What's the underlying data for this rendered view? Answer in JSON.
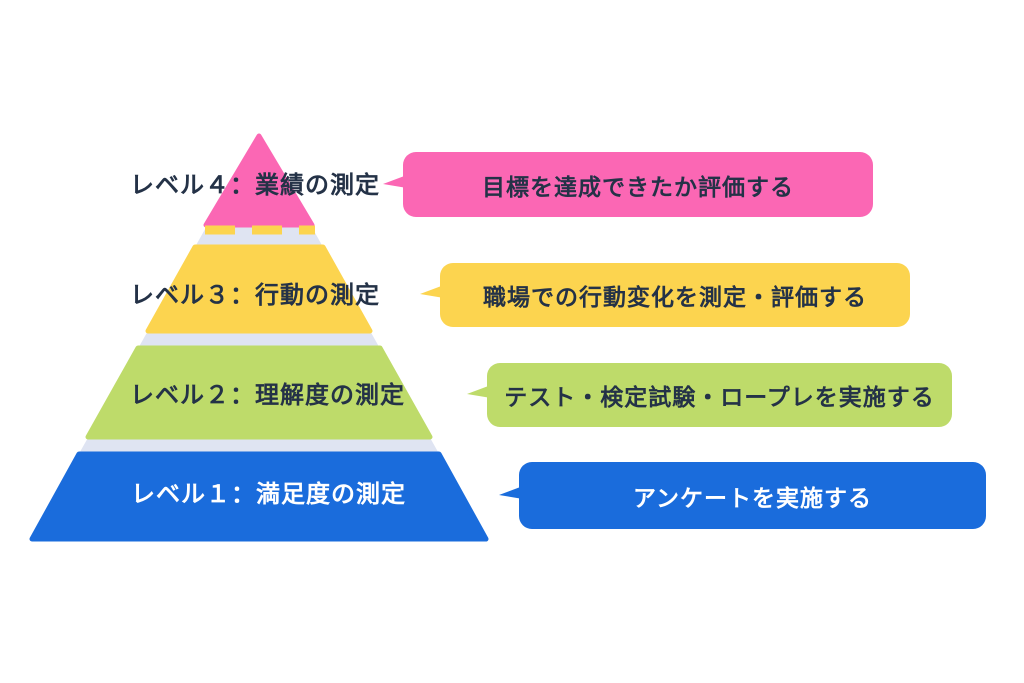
{
  "colors": {
    "background": "#ffffff",
    "separator": "#dfe4f2",
    "text_dark": "#243247",
    "text_light": "#ffffff"
  },
  "pyramid": {
    "levels": [
      {
        "id": "level-4",
        "label": "レベル４：業績の測定",
        "color": "#fb67b4",
        "label_color": "#243247"
      },
      {
        "id": "level-3",
        "label": "レベル３：行動の測定",
        "color": "#fcd44f",
        "label_color": "#243247"
      },
      {
        "id": "level-2",
        "label": "レベル２：理解度の測定",
        "color": "#bedb6a",
        "label_color": "#243247"
      },
      {
        "id": "level-1",
        "label": "レベル１：満足度の測定",
        "color": "#1a6cdc",
        "label_color": "#ffffff"
      }
    ]
  },
  "callouts": [
    {
      "level": "4",
      "text": "目標を達成できたか評価する",
      "color": "#fb67b4",
      "text_color": "#243247"
    },
    {
      "level": "3",
      "text": "職場での行動変化を測定・評価する",
      "color": "#fcd44f",
      "text_color": "#243247"
    },
    {
      "level": "2",
      "text": "テスト・検定試験・ロープレを実施する",
      "color": "#bedb6a",
      "text_color": "#243247"
    },
    {
      "level": "1",
      "text": "アンケートを実施する",
      "color": "#1a6cdc",
      "text_color": "#ffffff"
    }
  ]
}
